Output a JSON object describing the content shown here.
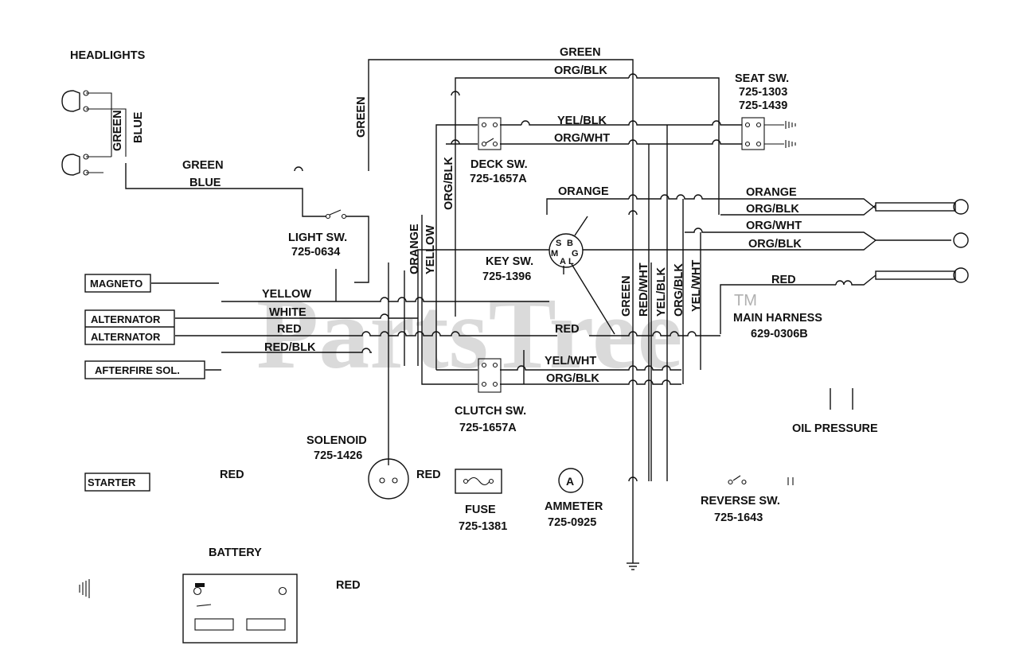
{
  "watermark": {
    "text": "PartsTree",
    "tm": "TM"
  },
  "components": {
    "headlights": "HEADLIGHTS",
    "light_sw": [
      "LIGHT SW.",
      "725-0634"
    ],
    "deck_sw": [
      "DECK SW.",
      "725-1657A"
    ],
    "seat_sw": [
      "SEAT SW.",
      "725-1303",
      "725-1439"
    ],
    "key_sw": [
      "KEY SW.",
      "725-1396"
    ],
    "clutch_sw": [
      "CLUTCH SW.",
      "725-1657A"
    ],
    "solenoid": [
      "SOLENOID",
      "725-1426"
    ],
    "fuse": [
      "FUSE",
      "725-1381"
    ],
    "ammeter": [
      "AMMETER",
      "725-0925"
    ],
    "reverse_sw": [
      "REVERSE SW.",
      "725-1643"
    ],
    "main_harness": [
      "MAIN HARNESS",
      "629-0306B"
    ],
    "oil_pressure": "OIL PRESSURE",
    "battery": "BATTERY",
    "magneto": "MAGNETO",
    "alternator_1": "ALTERNATOR",
    "alternator_2": "ALTERNATOR",
    "afterfire": "AFTERFIRE SOL.",
    "starter": "STARTER",
    "ammeter_symbol": "A",
    "key_terminals": {
      "s": "S",
      "b": "B",
      "m": "M",
      "g": "G",
      "a": "A",
      "l": "L"
    }
  },
  "wires": {
    "green_top": "GREEN",
    "org_blk_top": "ORG/BLK",
    "yel_blk_deck": "YEL/BLK",
    "org_wht_deck": "ORG/WHT",
    "orange_key": "ORANGE",
    "orange_harness": "ORANGE",
    "org_blk_harness_1": "ORG/BLK",
    "org_wht_harness": "ORG/WHT",
    "org_blk_harness_2": "ORG/BLK",
    "red_harness": "RED",
    "red_key": "RED",
    "yel_wht_clutch": "YEL/WHT",
    "org_blk_clutch": "ORG/BLK",
    "headlight_green": "GREEN",
    "headlight_blue": "BLUE",
    "green_light": "GREEN",
    "blue_light": "BLUE",
    "green_vertical": "GREEN",
    "yellow_left": "YELLOW",
    "white_left": "WHITE",
    "red_left": "RED",
    "red_blk_left": "RED/BLK",
    "org_blk_vertical": "ORG/BLK",
    "orange_vertical": "ORANGE",
    "yellow_vertical": "YELLOW",
    "green_bundle": "GREEN",
    "red_wht_bundle": "RED/WHT",
    "yel_blk_bundle": "YEL/BLK",
    "org_blk_bundle": "ORG/BLK",
    "yel_wht_bundle": "YEL/WHT",
    "red_starter": "RED",
    "red_solenoid": "RED",
    "red_battery": "RED"
  }
}
